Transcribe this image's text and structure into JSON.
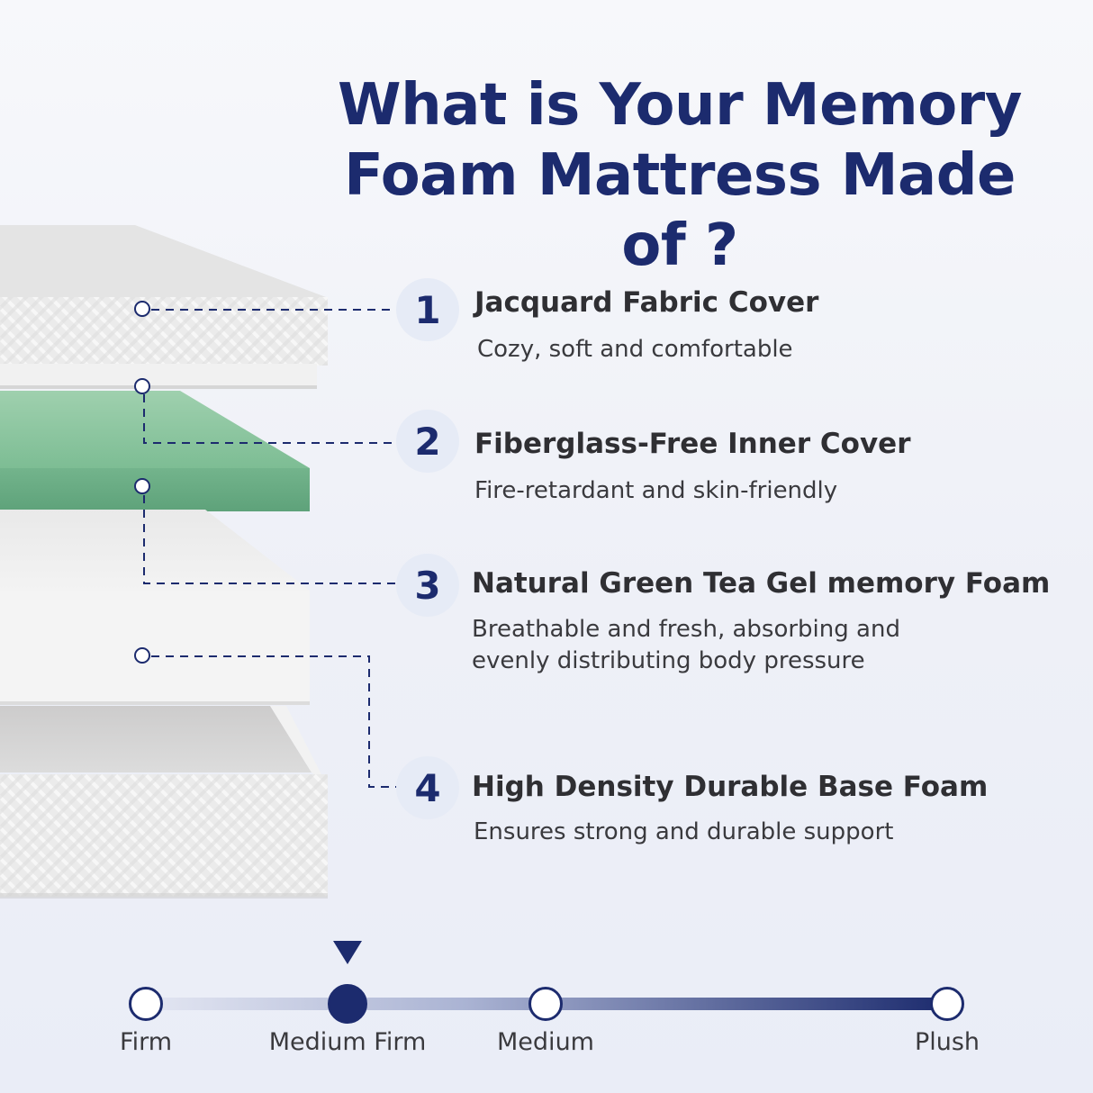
{
  "title": {
    "line1": "What is Your Memory",
    "line2": "Foam Mattress Made of ?"
  },
  "layers": [
    {
      "number": "1",
      "title": "Jacquard Fabric Cover",
      "description": [
        "Cozy, soft and comfortable"
      ]
    },
    {
      "number": "2",
      "title": "Fiberglass-Free Inner Cover",
      "description": [
        "Fire-retardant and skin-friendly"
      ]
    },
    {
      "number": "3",
      "title": "Natural Green Tea Gel memory Foam",
      "description": [
        "Breathable and fresh, absorbing and",
        "evenly distributing body pressure"
      ]
    },
    {
      "number": "4",
      "title": "High Density Durable Base Foam",
      "description": [
        "Ensures strong and durable support"
      ]
    }
  ],
  "firmness_scale": {
    "options": [
      "Firm",
      "Medium Firm",
      "Medium",
      "Plush"
    ],
    "selected": "Medium Firm"
  },
  "colors": {
    "accent": "#1c2b6e",
    "green_foam": "#7dbd94",
    "fabric": "#ececec"
  }
}
